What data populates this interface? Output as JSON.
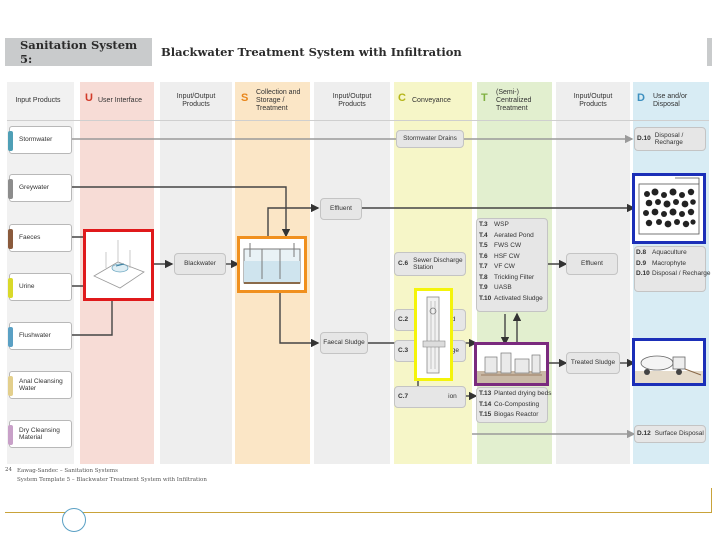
{
  "title": {
    "system": "Sanitation System 5:",
    "name": "Blackwater Treatment System with Infiltration"
  },
  "headers": {
    "input_products": "Input Products",
    "u_letter": "U",
    "user_interface": "User Interface",
    "io_1": "Input/Output Products",
    "s_letter": "S",
    "collection": "Collection and Storage / Treatment",
    "io_2": "Input/Output Products",
    "c_letter": "C",
    "conveyance": "Conveyance",
    "t_letter": "T",
    "treatment": "(Semi-) Centralized Treatment",
    "io_3": "Input/Output Products",
    "d_letter": "D",
    "disposal": "Use and/or Disposal"
  },
  "inputs": [
    {
      "label": "Stormwater",
      "color": "#4f9fb6"
    },
    {
      "label": "Greywater",
      "color": "#8c8c8c"
    },
    {
      "label": "Faeces",
      "color": "#8a5a3c"
    },
    {
      "label": "Urine",
      "color": "#d9d92a"
    },
    {
      "label": "Flushwater",
      "color": "#5aa0c4"
    },
    {
      "label": "Anal Cleansing Water",
      "color": "#e3cf8c"
    },
    {
      "label": "Dry Cleansing Material",
      "color": "#c8a0c8"
    }
  ],
  "products": {
    "blackwater": "Blackwater",
    "effluent_1": "Effluent",
    "faecal_sludge": "Faecal Sludge",
    "effluent_2": "Effluent",
    "treated_sludge": "Treated Sludge",
    "stormwater_drains": "Stormwater Drains"
  },
  "conveyance": {
    "c6_code": "C.6",
    "c6_label": "Sewer Discharge Station",
    "c2_code": "C.2",
    "c2_label": "ed",
    "c3_code": "C.3",
    "c3_label": "dge",
    "c7_code": "C.7",
    "c7_label": "ion"
  },
  "treatment_list": [
    {
      "code": "T.3",
      "label": "WSP"
    },
    {
      "code": "T.4",
      "label": "Aerated Pond"
    },
    {
      "code": "T.5",
      "label": "FWS CW"
    },
    {
      "code": "T.6",
      "label": "HSF CW"
    },
    {
      "code": "T.7",
      "label": "VF CW"
    },
    {
      "code": "T.8",
      "label": "Trickling Filter"
    },
    {
      "code": "T.9",
      "label": "UASB"
    },
    {
      "code": "T.10",
      "label": "Activated Sludge"
    }
  ],
  "sludge_list": [
    {
      "code": "T.13",
      "label": "Planted drying beds"
    },
    {
      "code": "T.14",
      "label": "Co-Composting"
    },
    {
      "code": "T.15",
      "label": "Biogas Reactor"
    }
  ],
  "disposal": {
    "top_code": "D.10",
    "top_label": "Disposal / Recharge",
    "mid_list": [
      {
        "code": "D.8",
        "label": "Aquaculture"
      },
      {
        "code": "D.9",
        "label": "Macrophyte"
      },
      {
        "code": "D.10",
        "label": "Disposal / Recharge"
      }
    ],
    "bottom_code": "D.12",
    "bottom_label": "Surface Disposal"
  },
  "footer": {
    "page": "24",
    "line1": "Eawag-Sandec – Sanitation Systems",
    "line2": "System Template 5 – Blackwater Treatment System with Infiltration"
  },
  "colors": {
    "col_u": "#f7dcd6",
    "col_s": "#fbe6c6",
    "col_c": "#f6f6c8",
    "col_t": "#e2efcf",
    "col_d": "#d8ecf4",
    "col_io": "#eeeeee",
    "frame_red": "#e0191b",
    "frame_orange": "#f0901e",
    "frame_yellow": "#f4f40a",
    "frame_purple": "#7a2a7e",
    "frame_blue": "#1b2fb8"
  }
}
